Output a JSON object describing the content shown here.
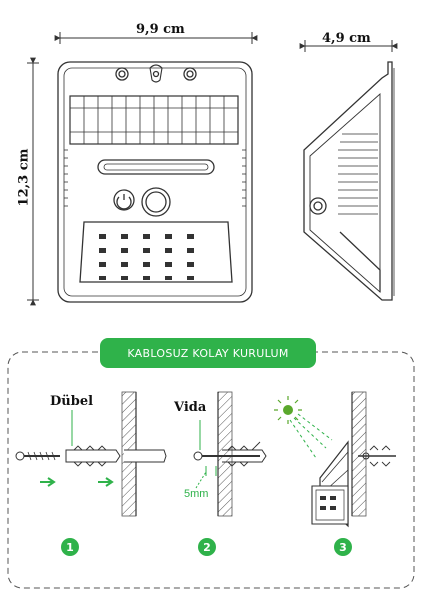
{
  "dimensions": {
    "width": "9,9 cm",
    "depth": "4,9 cm",
    "height": "12,3 cm"
  },
  "installation": {
    "title": "KABLOSUZ KOLAY KURULUM",
    "labels": {
      "dowel": "Dübel",
      "screw": "Vida",
      "gap": "5mm"
    },
    "steps": [
      "1",
      "2",
      "3"
    ]
  },
  "colors": {
    "accent_green": "#2fb24a",
    "line": "#333333",
    "sun": "#5aa82c"
  }
}
